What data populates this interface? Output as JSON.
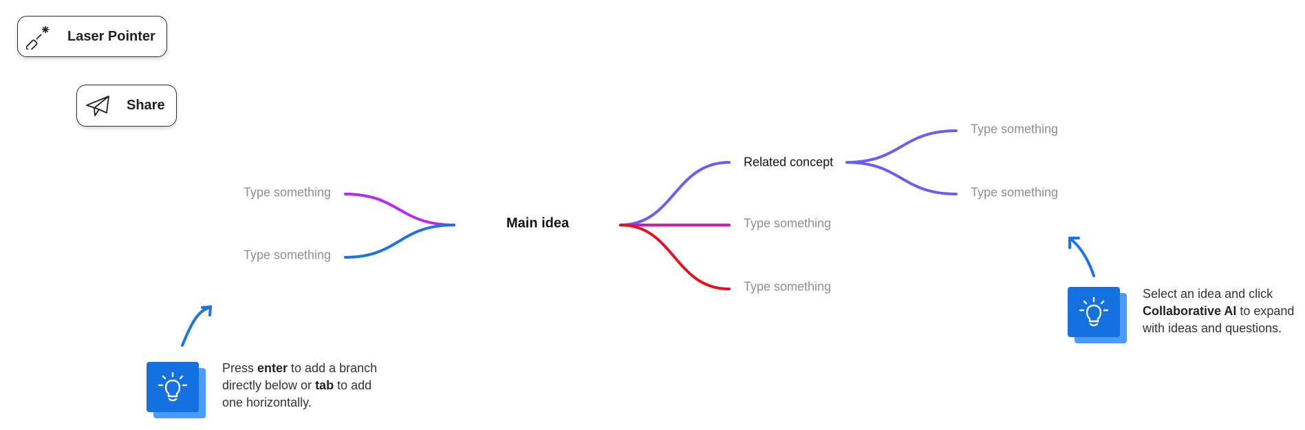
{
  "toolbar": {
    "laser_label": "Laser Pointer",
    "share_label": "Share"
  },
  "mindmap": {
    "main": "Main idea",
    "left": [
      "Type something",
      "Type something"
    ],
    "right": {
      "related": "Related concept",
      "mid": "Type something",
      "bottom": "Type something"
    },
    "related_children": [
      "Type something",
      "Type something"
    ]
  },
  "tips": {
    "left": {
      "p1": "Press ",
      "b1": "enter",
      "p2": " to add a branch directly below or ",
      "b2": "tab",
      "p3": " to add one horizontally."
    },
    "right": {
      "p1": "Select an idea and click ",
      "b1": "Collaborative AI",
      "p2": " to expand with ideas and questions."
    }
  },
  "colors": {
    "purple": "#b829f0",
    "blue": "#1a73e8",
    "violet": "#6a5cf5",
    "magenta": "#d21bb8",
    "red": "#e3121c",
    "tip": "#1570e0"
  }
}
